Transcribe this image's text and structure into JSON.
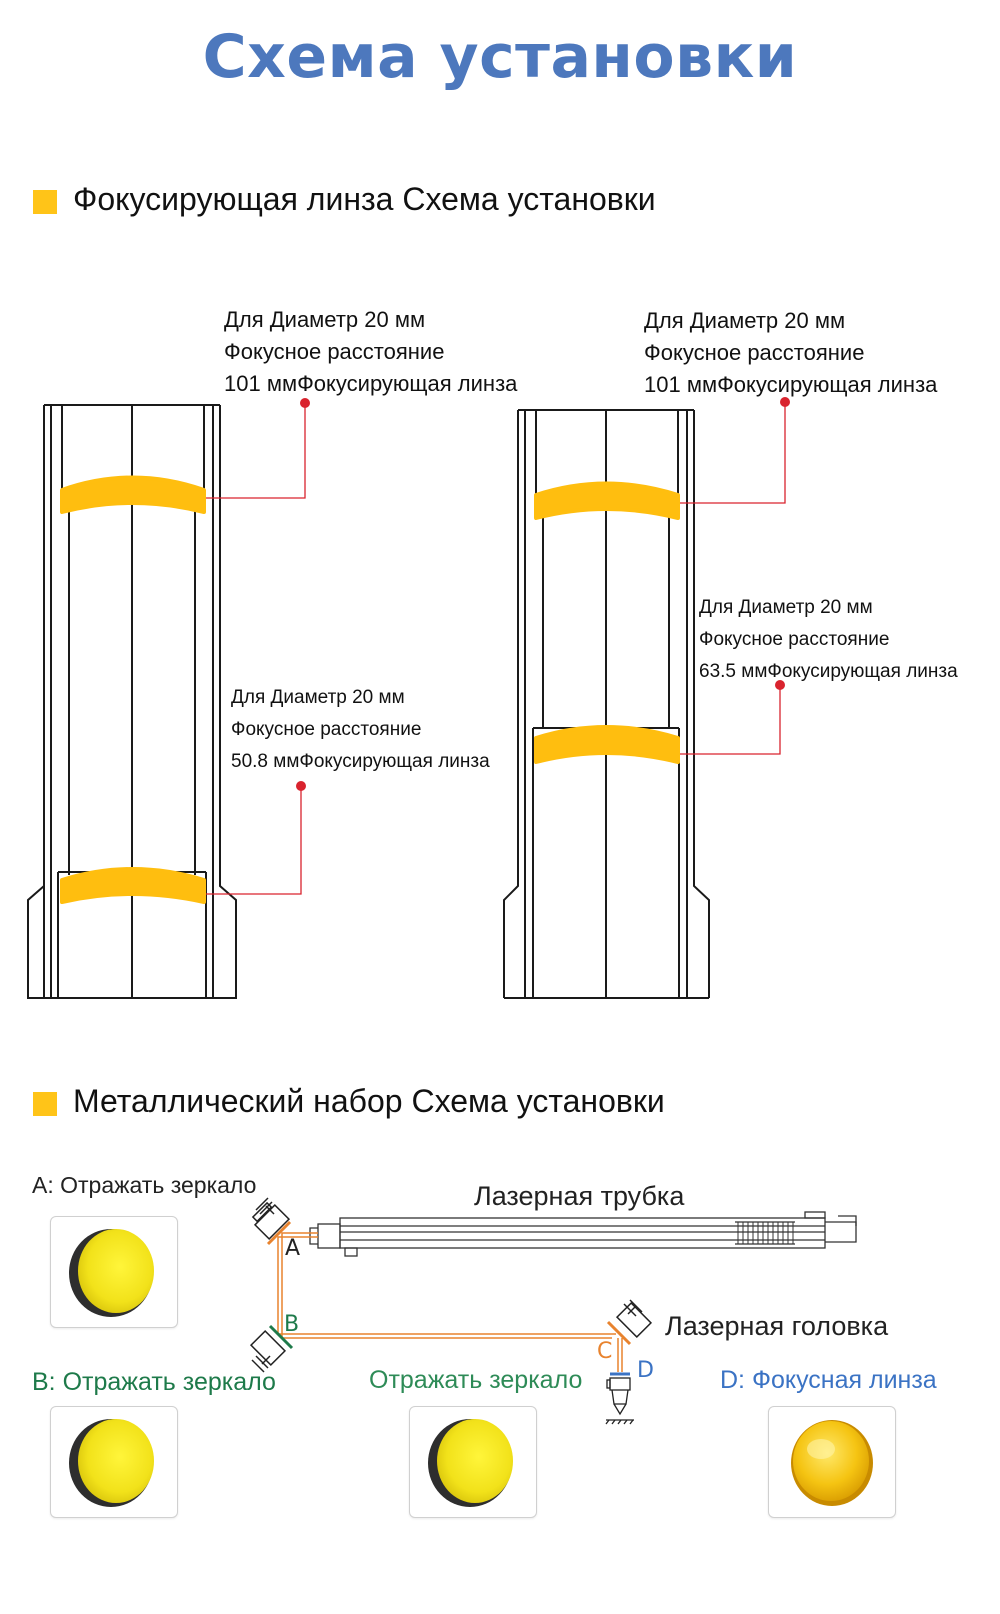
{
  "title": "Схема установки",
  "section1": {
    "title": "Фокусирующая линза Схема установки",
    "labels": [
      {
        "l1": "Для Диаметр 20 мм",
        "l2": "Фокусное расстояние",
        "l3": "101 ммФокусирующая линза"
      },
      {
        "l1": "Для Диаметр 20 мм",
        "l2": "Фокусное расстояние",
        "l3": "101 ммФокусирующая линза"
      },
      {
        "l1": "Для Диаметр 20 мм",
        "l2": "Фокусное расстояние",
        "l3": "50.8 ммФокусирующая линза"
      },
      {
        "l1": "Для Диаметр 20 мм",
        "l2": "Фокусное расстояние",
        "l3": "63.5 ммФокусирующая линза"
      }
    ]
  },
  "section2": {
    "title": "Металлический набор Схема установки",
    "laser_tube": "Лазерная трубка",
    "laser_head": "Лазерная головка",
    "points": {
      "a": "A",
      "b": "B",
      "c": "C",
      "d": "D"
    },
    "captions": {
      "a": "A: Отражать зеркало",
      "b": "B: Отражать зеркало",
      "c": "Отражать зеркало",
      "d": "D: Фокусная линза"
    }
  },
  "colors": {
    "title": "#4d78bd",
    "accent_square": "#ffc418",
    "lens": "#ffbe0f",
    "leader": "#d9232e",
    "beam": "#e8832e",
    "caption_b": "#1e7a4a",
    "caption_c": "#2e8b57",
    "caption_d": "#3b73c4"
  }
}
